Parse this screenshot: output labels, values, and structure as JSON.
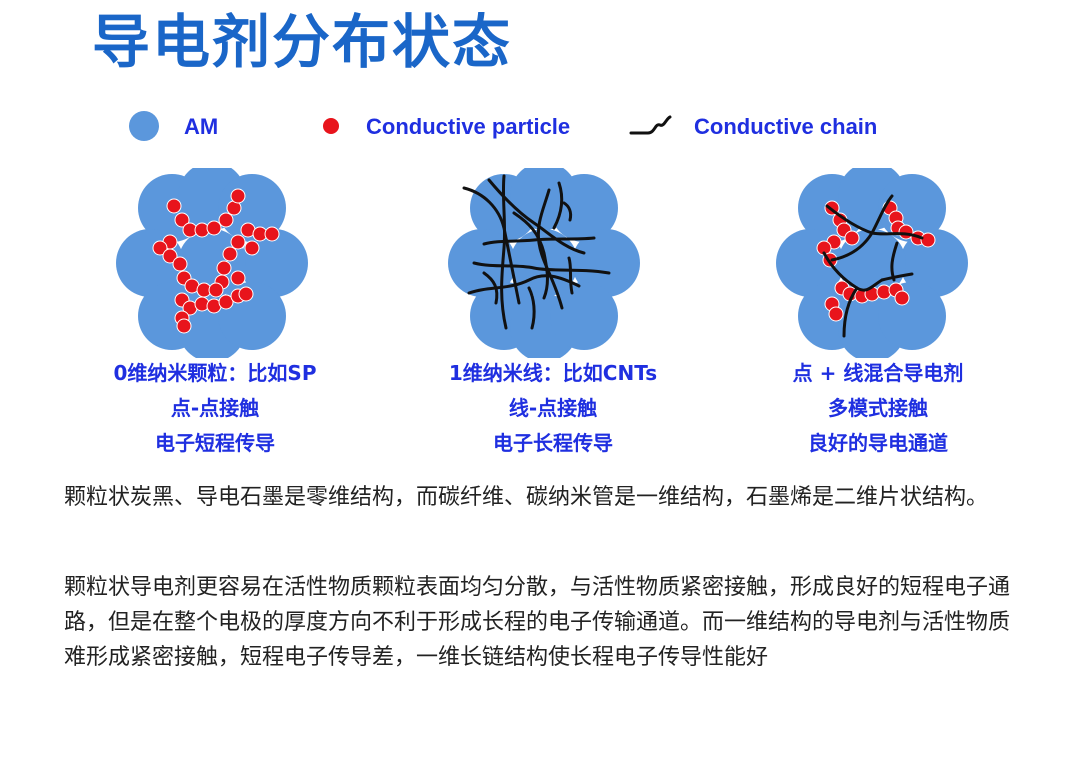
{
  "title": "导电剂分布状态",
  "legend": {
    "am": "AM",
    "particle": "Conductive particle",
    "chain": "Conductive chain"
  },
  "colors": {
    "am_blue": "#5b97dc",
    "particle_red": "#e8141c",
    "chain_black": "#111111",
    "label_blue": "#1f2fe0",
    "title_blue": "#1a66c8"
  },
  "panels": [
    {
      "lines": [
        "0维纳米颗粒：比如SP",
        "点-点接触",
        "电子短程传导"
      ]
    },
    {
      "lines": [
        "1维纳米线：比如CNTs",
        "线-点接触",
        "电子长程传导"
      ]
    },
    {
      "lines": [
        "点 + 线混合导电剂",
        "多模式接触",
        "良好的导电通道"
      ]
    }
  ],
  "paragraphs": [
    "颗粒状炭黑、导电石墨是零维结构，而碳纤维、碳纳米管是一维结构，石墨烯是二维片状结构。",
    "颗粒状导电剂更容易在活性物质颗粒表面均匀分散，与活性物质紧密接触，形成良好的短程电子通路，但是在整个电极的厚度方向不利于形成长程的电子传输通道。而一维结构的导电剂与活性物质难形成紧密接触，短程电子传导差，一维长链结构使长程电子传导性能好"
  ]
}
